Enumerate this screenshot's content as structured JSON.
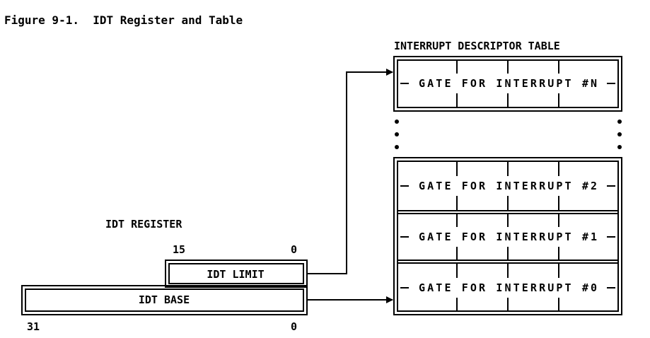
{
  "figure": {
    "caption": "Figure 9-1.  IDT Register and Table"
  },
  "idt_register": {
    "title": "IDT REGISTER",
    "limit_field": {
      "label": "IDT LIMIT",
      "high_bit": "15",
      "low_bit": "0"
    },
    "base_field": {
      "label": "IDT BASE",
      "high_bit": "31",
      "low_bit": "0"
    }
  },
  "idt_table": {
    "title": "INTERRUPT DESCRIPTOR TABLE",
    "gates": [
      {
        "label": "GATE FOR INTERRUPT #N"
      },
      {
        "label": "GATE FOR INTERRUPT #2"
      },
      {
        "label": "GATE FOR INTERRUPT #1"
      },
      {
        "label": "GATE FOR INTERRUPT #0"
      }
    ]
  }
}
